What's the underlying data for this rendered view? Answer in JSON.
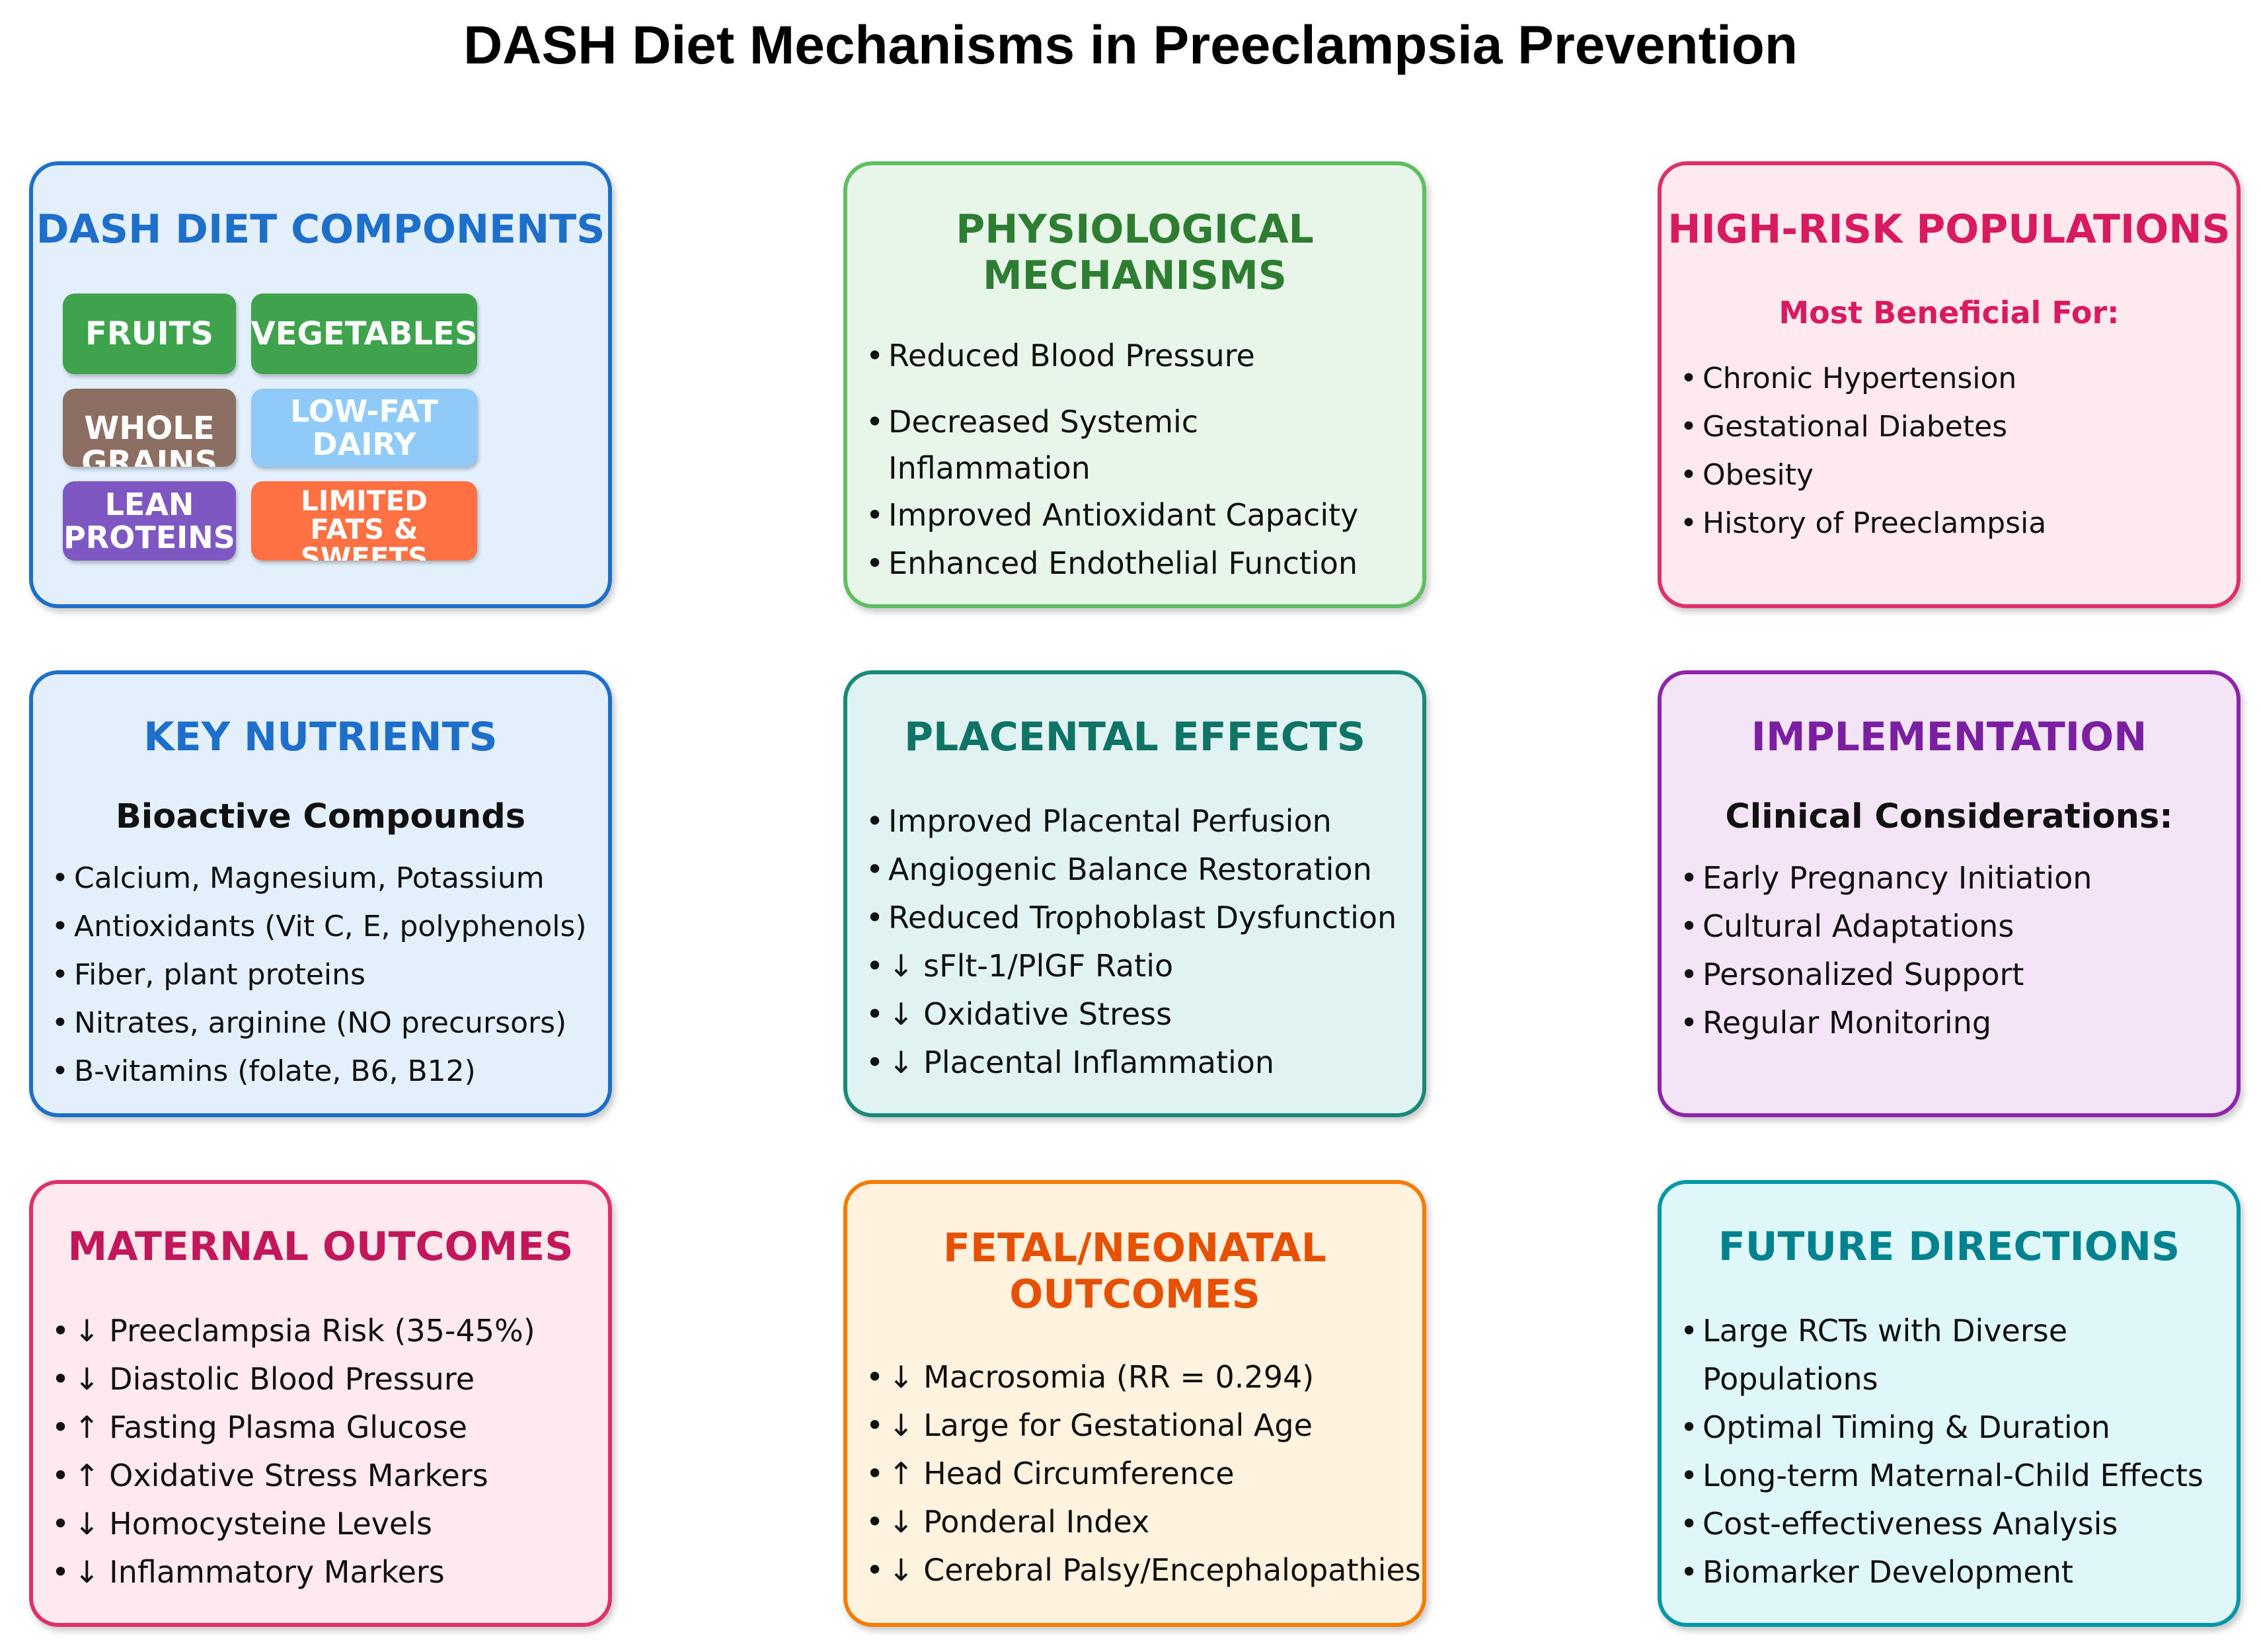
{
  "title": "DASH Diet Mechanisms in Preeclampsia Prevention",
  "colors": {
    "blue": "#1e6fc9",
    "green": "#2e7d32",
    "pink": "#d81b60",
    "teal": "#0f7466",
    "purple": "#7b1fa2",
    "orange": "#e65100",
    "cyan": "#00838f"
  },
  "cards": {
    "dash_components": {
      "title": "DASH DIET COMPONENTS",
      "pills": [
        {
          "label": "FRUITS",
          "color": "#3fa34d"
        },
        {
          "label": "VEGETABLES",
          "color": "#3fa34d"
        },
        {
          "label": "WHOLE GRAINS",
          "color": "#8d6e63"
        },
        {
          "label": "LOW-FAT DAIRY",
          "color": "#90caf9"
        },
        {
          "label": "LEAN PROTEINS",
          "color": "#7e57c2"
        },
        {
          "label": "LIMITED FATS & SWEETS",
          "color": "#ff7043"
        }
      ]
    },
    "physiological": {
      "title_line1": "PHYSIOLOGICAL",
      "title_line2": "MECHANISMS",
      "items": [
        "Reduced Blood Pressure",
        "Decreased Systemic",
        "Inflammation",
        "Improved Antioxidant Capacity",
        "Enhanced Endothelial Function"
      ]
    },
    "high_risk": {
      "title": "HIGH-RISK POPULATIONS",
      "subtitle": "Most Beneficial For:",
      "items": [
        "Chronic Hypertension",
        "Gestational Diabetes",
        "Obesity",
        "History of Preeclampsia"
      ]
    },
    "key_nutrients": {
      "title": "KEY NUTRIENTS",
      "subtitle": "Bioactive Compounds",
      "items": [
        "Calcium, Magnesium, Potassium",
        "Antioxidants (Vit C, E, polyphenols)",
        "Fiber, plant proteins",
        "Nitrates, arginine (NO precursors)",
        "B-vitamins (folate, B6, B12)"
      ]
    },
    "placental": {
      "title": "PLACENTAL EFFECTS",
      "items": [
        "Improved Placental Perfusion",
        "Angiogenic Balance Restoration",
        "Reduced Trophoblast Dysfunction",
        "↓ sFlt-1/PlGF Ratio",
        "↓ Oxidative Stress",
        "↓ Placental Inflammation"
      ]
    },
    "implementation": {
      "title": "IMPLEMENTATION",
      "subtitle": "Clinical Considerations:",
      "items": [
        "Early Pregnancy Initiation",
        "Cultural Adaptations",
        "Personalized Support",
        "Regular Monitoring"
      ]
    },
    "maternal": {
      "title": "MATERNAL OUTCOMES",
      "items": [
        "↓ Preeclampsia Risk (35-45%)",
        "↓ Diastolic Blood Pressure",
        "↑ Fasting Plasma Glucose",
        "↑ Oxidative Stress Markers",
        "↓ Homocysteine Levels",
        "↓ Inflammatory Markers"
      ]
    },
    "fetal": {
      "title_line1": "FETAL/NEONATAL",
      "title_line2": "OUTCOMES",
      "items": [
        "↓ Macrosomia (RR = 0.294)",
        "↓ Large for Gestational Age",
        "↑ Head Circumference",
        "↓ Ponderal Index",
        "↓ Cerebral Palsy/Encephalopathies"
      ]
    },
    "future": {
      "title": "FUTURE DIRECTIONS",
      "items": [
        "Large RCTs with Diverse",
        "Populations",
        "Optimal Timing & Duration",
        "Long-term Maternal-Child Effects",
        "Cost-effectiveness Analysis",
        "Biomarker Development"
      ]
    }
  }
}
